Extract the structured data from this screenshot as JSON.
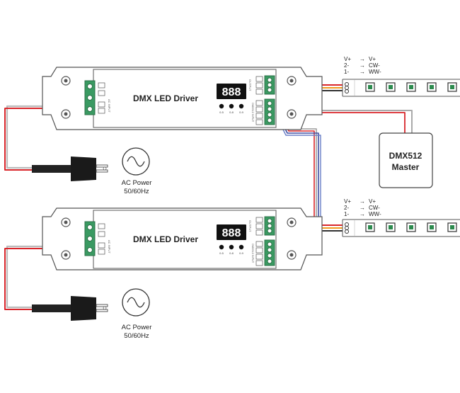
{
  "driver1": {
    "title": "DMX LED Driver",
    "display": "888",
    "buttons": [
      "0-5",
      "0-8",
      "0-9"
    ],
    "ac_label": "AC INPUT",
    "dmx_label": "DMX512 INPUT",
    "out_label": "OUTPUT"
  },
  "driver2": {
    "title": "DMX LED Driver",
    "display": "888",
    "buttons": [
      "0-5",
      "0-8",
      "0-9"
    ],
    "ac_label": "AC INPUT",
    "dmx_label": "DMX512 INPUT",
    "out_label": "OUTPUT"
  },
  "strip1": {
    "labels": [
      {
        "left": "V+",
        "arrow": "→",
        "right": "V+"
      },
      {
        "left": "2-",
        "arrow": "→",
        "right": "CW-"
      },
      {
        "left": "1-",
        "arrow": "→",
        "right": "WW-"
      }
    ]
  },
  "strip2": {
    "labels": [
      {
        "left": "V+",
        "arrow": "→",
        "right": "V+"
      },
      {
        "left": "2-",
        "arrow": "→",
        "right": "CW-"
      },
      {
        "left": "1-",
        "arrow": "→",
        "right": "WW-"
      }
    ]
  },
  "master": {
    "line1": "DMX512",
    "line2": "Master"
  },
  "power1": {
    "line1": "AC Power",
    "line2": "50/60Hz"
  },
  "power2": {
    "line1": "AC Power",
    "line2": "50/60Hz"
  },
  "colors": {
    "red": "#d9262b",
    "orange": "#f19a1f",
    "dark": "#333333",
    "blue": "#3f4ea3",
    "green": "#2f8f4f",
    "terminal": "#3a9a62",
    "strip_led": "#2c8a4e"
  }
}
